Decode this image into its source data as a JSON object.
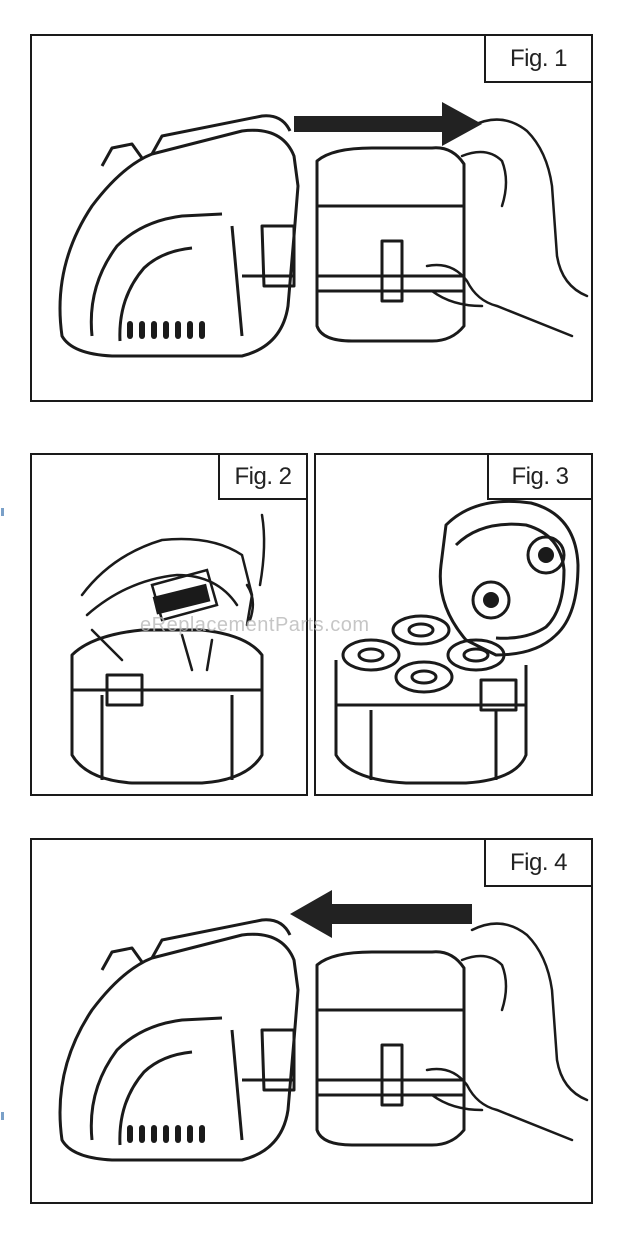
{
  "figures": [
    {
      "id": "fig1",
      "label": "Fig. 1"
    },
    {
      "id": "fig2",
      "label": "Fig. 2"
    },
    {
      "id": "fig3",
      "label": "Fig. 3"
    },
    {
      "id": "fig4",
      "label": "Fig. 4"
    }
  ],
  "watermark": "eReplacementParts.com",
  "colors": {
    "line": "#1a1a1a",
    "arrow": "#222222"
  }
}
